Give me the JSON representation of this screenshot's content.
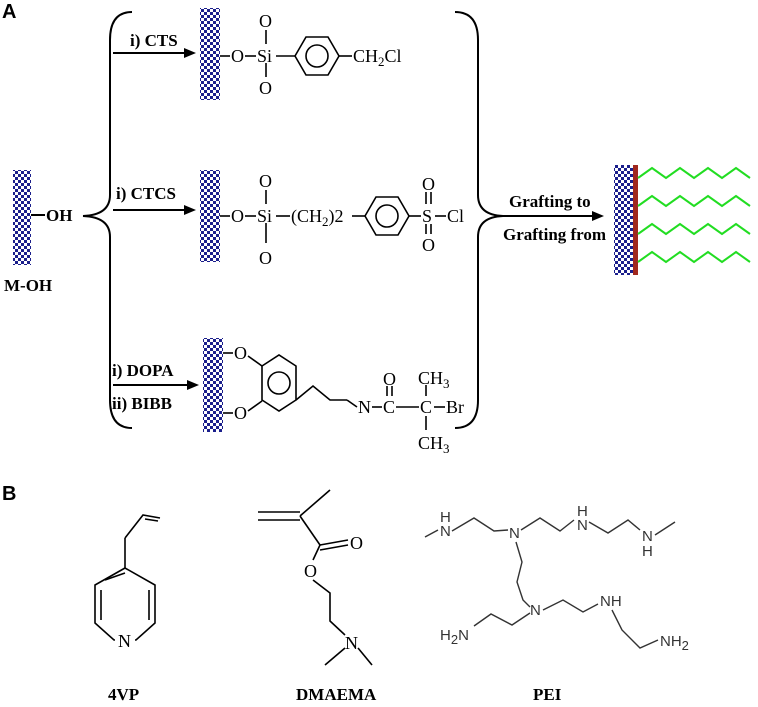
{
  "panel_a": {
    "label": "A",
    "start": {
      "group": "OH",
      "name": "M-OH"
    },
    "route1": {
      "step": "i) CTS",
      "atoms": {
        "o_link": "O",
        "si": "Si",
        "o_top": "O",
        "o_bot": "O",
        "end": "CH",
        "end_sub": "2",
        "end2": "Cl"
      }
    },
    "route2": {
      "step": "i) CTCS",
      "atoms": {
        "o_link": "O",
        "si": "Si",
        "o_top": "O",
        "o_bot": "O",
        "chain": "(CH",
        "chain_sub": "2",
        "chain_end": ")2",
        "s": "S",
        "so_top": "O",
        "so_bot": "O",
        "cl": "Cl"
      }
    },
    "route3": {
      "step1": "i) DOPA",
      "step2": "ii) BIBB",
      "atoms": {
        "o1": "O",
        "o2": "O",
        "n": "N",
        "c1": "C",
        "o_carb": "O",
        "c2": "C",
        "ch3_top": "CH",
        "ch3_top_sub": "3",
        "br": "Br",
        "ch3_bot": "CH",
        "ch3_bot_sub": "3"
      }
    },
    "grafting": {
      "line1": "Grafting to",
      "line2": "Grafting from"
    }
  },
  "panel_b": {
    "label": "B",
    "monomers": [
      {
        "name": "4VP",
        "atoms": {
          "n": "N"
        }
      },
      {
        "name": "DMAEMA",
        "atoms": {
          "o_carb": "O",
          "o_ester": "O",
          "n": "N"
        }
      },
      {
        "name": "PEI",
        "atoms": {
          "nh1": "H",
          "n1": "N",
          "nh2": "N",
          "nh2_h": "H",
          "nh3": "N",
          "nh3_h": "H",
          "nh4": "H",
          "n2": "N",
          "h2n": "H",
          "h2n_sub": "2",
          "h2n_n": "N",
          "nh5": "NH",
          "nh2_end": "NH",
          "nh2_end_sub": "2"
        }
      }
    ]
  },
  "colors": {
    "substrate_dark": "#1b1f8c",
    "substrate_light": "#ffffff",
    "polymer": "#22dd22",
    "interface": "#a0281e",
    "ink": "#000000"
  }
}
